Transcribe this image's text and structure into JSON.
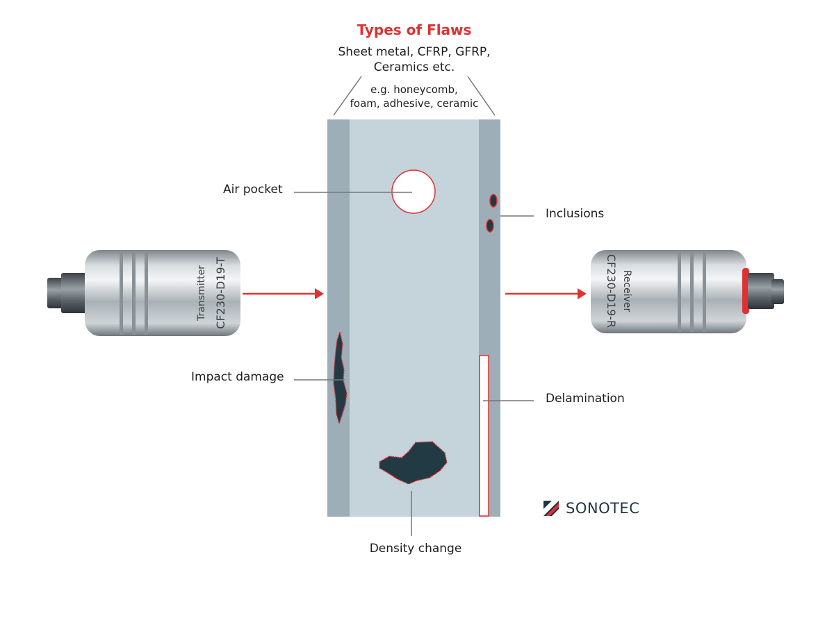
{
  "title": "Types of Flaws",
  "subtitle": [
    "Sheet metal, CFRP, GFRP,",
    "Ceramics etc."
  ],
  "core_note": [
    "e.g. honeycomb,",
    "foam, adhesive, ceramic"
  ],
  "labels": {
    "air_pocket": "Air pocket",
    "inclusions": "Inclusions",
    "impact_damage": "Impact damage",
    "delamination": "Delamination",
    "density_change": "Density change"
  },
  "transmitter": {
    "role": "Transmitter",
    "model": "CF230-D19-T"
  },
  "receiver": {
    "role": "Receiver",
    "model": "CF230-D19-R"
  },
  "brand": "SONOTEC",
  "colors": {
    "accent": "#e03131",
    "skin": "#9eaeb8",
    "core": "#c5d3da",
    "flaw": "#223a44",
    "leader": "#777777",
    "steel": "#b8bec3",
    "brand": "#1f3342"
  }
}
